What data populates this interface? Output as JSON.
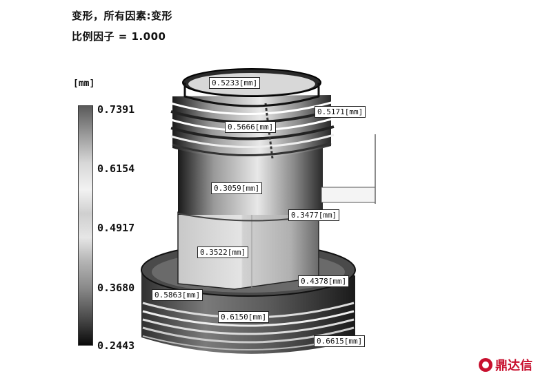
{
  "header": {
    "title": "变形，所有因素:变形",
    "subtitle": "比例因子 = 1.000"
  },
  "legend": {
    "unit": "[mm]",
    "ticks": [
      "0.7391",
      "0.6154",
      "0.4917",
      "0.3680",
      "0.2443"
    ]
  },
  "labels": [
    {
      "text": "0.5233[mm]"
    },
    {
      "text": "0.5171[mm]"
    },
    {
      "text": "0.5666[mm]"
    },
    {
      "text": "0.3059[mm]"
    },
    {
      "text": "0.3477[mm]"
    },
    {
      "text": "0.3522[mm]"
    },
    {
      "text": "0.4378[mm]"
    },
    {
      "text": "0.5863[mm]"
    },
    {
      "text": "0.6150[mm]"
    },
    {
      "text": "0.6615[mm]"
    }
  ],
  "watermark": {
    "logo_icon": "brand-logo-icon",
    "text": "鼎达信"
  }
}
